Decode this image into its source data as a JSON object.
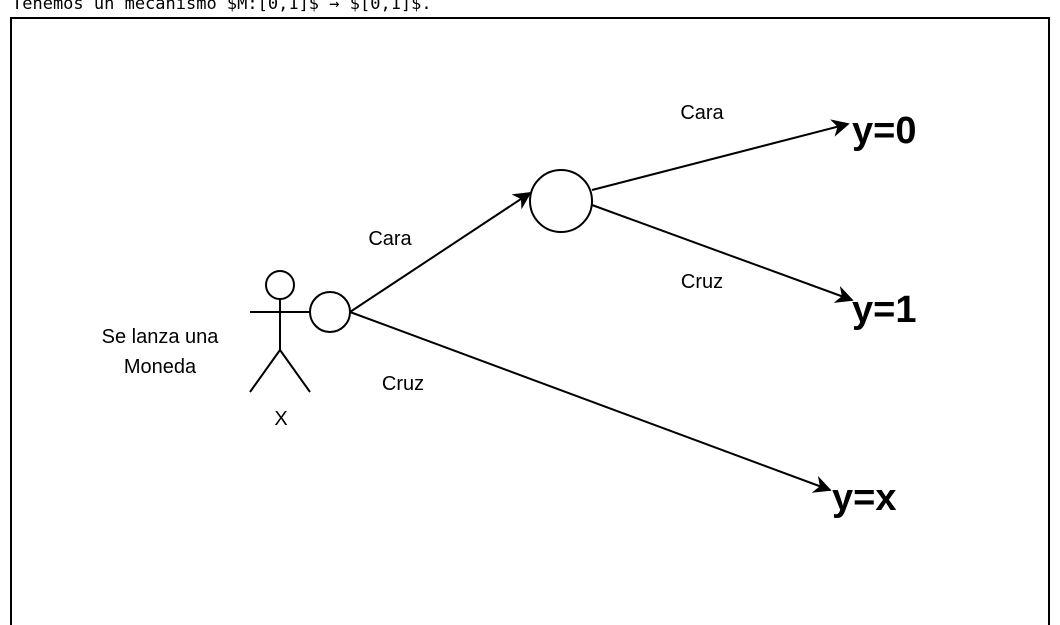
{
  "header": {
    "text": "Tenemos un mecanismo $M:[0,1]$ → $[0,1]$."
  },
  "diagram": {
    "actor_label": "Se lanza una",
    "actor_label_line2": "Moneda",
    "actor_name": "X",
    "edges": {
      "first_heads": "Cara",
      "first_tails": "Cruz",
      "second_heads": "Cara",
      "second_tails": "Cruz"
    },
    "outcomes": {
      "y0": "y=0",
      "y1": "y=1",
      "yx": "y=x"
    }
  }
}
